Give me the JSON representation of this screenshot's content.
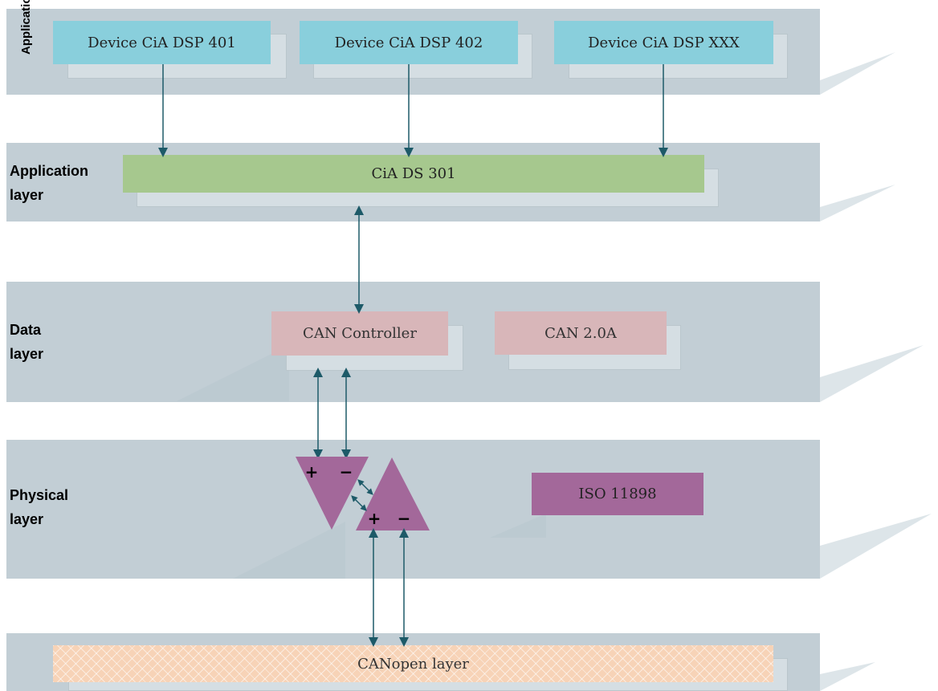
{
  "layers": {
    "application": "Application",
    "application_layer": [
      "Application",
      "layer"
    ],
    "data_layer": [
      "Data",
      "layer"
    ],
    "physical_layer": [
      "Physical",
      "layer"
    ]
  },
  "boxes": {
    "device_401": "Device CiA DSP 401",
    "device_402": "Device CiA DSP 402",
    "device_xxx": "Device CiA DSP XXX",
    "cia_ds_301": "CiA DS 301",
    "can_controller": "CAN Controller",
    "can_20a": "CAN 2.0A",
    "iso_11898": "ISO 11898",
    "canopen_layer": "CANopen layer"
  },
  "transceiver": {
    "plus": "+",
    "minus": "−"
  },
  "colors": {
    "band": "#c2ced5",
    "device_box": "#89cfdc",
    "application_box": "#a6c88e",
    "data_box": "#d8b6b9",
    "physical": "#a3689a",
    "canopen_box": "#f7d3b7",
    "arrow": "#1d5a68"
  }
}
